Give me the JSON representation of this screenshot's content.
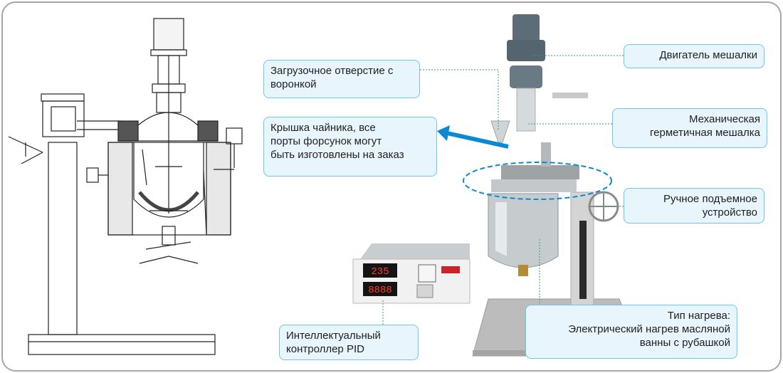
{
  "accent_color": "#0a8ad4",
  "callout_border": "#71c4ea",
  "callout_fill": "#e9f5fc",
  "controller": {
    "display_top": "235",
    "display_bottom": "8888"
  },
  "callouts": {
    "motor": "Двигатель мешалки",
    "feed_port": [
      "Загрузочное отверстие с",
      "воронкой"
    ],
    "lid": [
      "Крышка чайника, все",
      "порты форсунок могут",
      "быть изготовлены на заказ"
    ],
    "seal": [
      "Механическая",
      "герметичная мешалка"
    ],
    "lift": [
      "Ручное подъемное",
      "устройство"
    ],
    "heating": [
      "Тип нагрева:",
      "Электрический нагрев масляной",
      "ванны с рубашкой"
    ],
    "controller": [
      "Интеллектуальный",
      "контроллер PID"
    ]
  }
}
